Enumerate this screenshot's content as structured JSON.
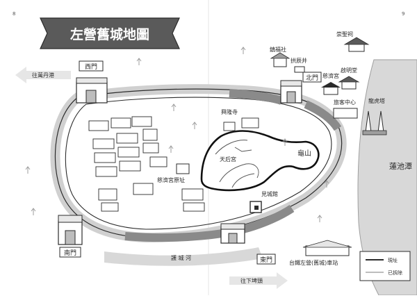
{
  "page": {
    "left_number": "8",
    "right_number": "9"
  },
  "title": "左營舊城地圖",
  "gates": {
    "west": "西門",
    "north": "北門",
    "south": "南門",
    "east": "東門"
  },
  "arrows": {
    "west_direction": "往萬丹港",
    "south_direction": "往下埤頭"
  },
  "features": {
    "moat": "護 城 河",
    "mountain": "龜山",
    "lake": "蓮池潭"
  },
  "landmarks": {
    "zhenfu": "鎮福社",
    "gongchen": "拱辰井",
    "chongsheng": "崇聖祠",
    "qiming": "啟明堂",
    "ciji": "慈濟宮",
    "visitor_center": "旅客中心",
    "longhu": "龍虎塔",
    "xinglong": "興隆寺",
    "tianhou": "天后宮",
    "ciji_old": "慈濟宮原址",
    "jiancheng": "見城館",
    "station": "台鐵左營(舊城)車站"
  },
  "legend": {
    "existing": "現址",
    "demolished": "已拆除"
  },
  "colors": {
    "ink": "#2b2b2b",
    "banner": "#5a5a5a",
    "gray": "#9e9e9e",
    "light": "#d8d8d8"
  }
}
